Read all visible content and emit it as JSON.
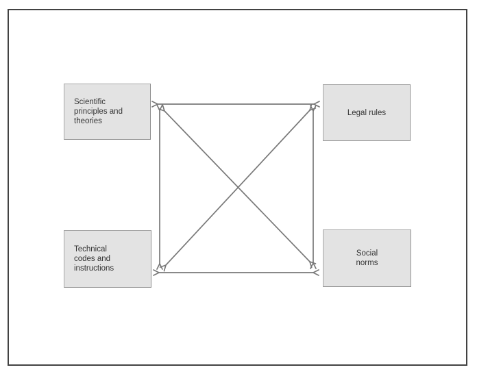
{
  "diagram": {
    "nodes": [
      {
        "id": "scientific",
        "label": "Scientific\nprinciples and\ntheories",
        "align": "left"
      },
      {
        "id": "legal",
        "label": "Legal rules",
        "align": "center"
      },
      {
        "id": "technical",
        "label": "Technical\ncodes and\ninstructions",
        "align": "left"
      },
      {
        "id": "social",
        "label": "Social\nnorms",
        "align": "center"
      }
    ],
    "edges": [
      {
        "from": "scientific",
        "to": "legal",
        "bidirectional": true
      },
      {
        "from": "technical",
        "to": "social",
        "bidirectional": true
      },
      {
        "from": "scientific",
        "to": "technical",
        "bidirectional": true
      },
      {
        "from": "legal",
        "to": "social",
        "bidirectional": true
      },
      {
        "from": "scientific",
        "to": "social",
        "bidirectional": true
      },
      {
        "from": "legal",
        "to": "technical",
        "bidirectional": true
      }
    ],
    "colors": {
      "node_fill": "#e3e3e3",
      "node_border": "#a6a6a6",
      "arrow": "#787878",
      "frame_border": "#424242",
      "text": "#333333"
    }
  }
}
